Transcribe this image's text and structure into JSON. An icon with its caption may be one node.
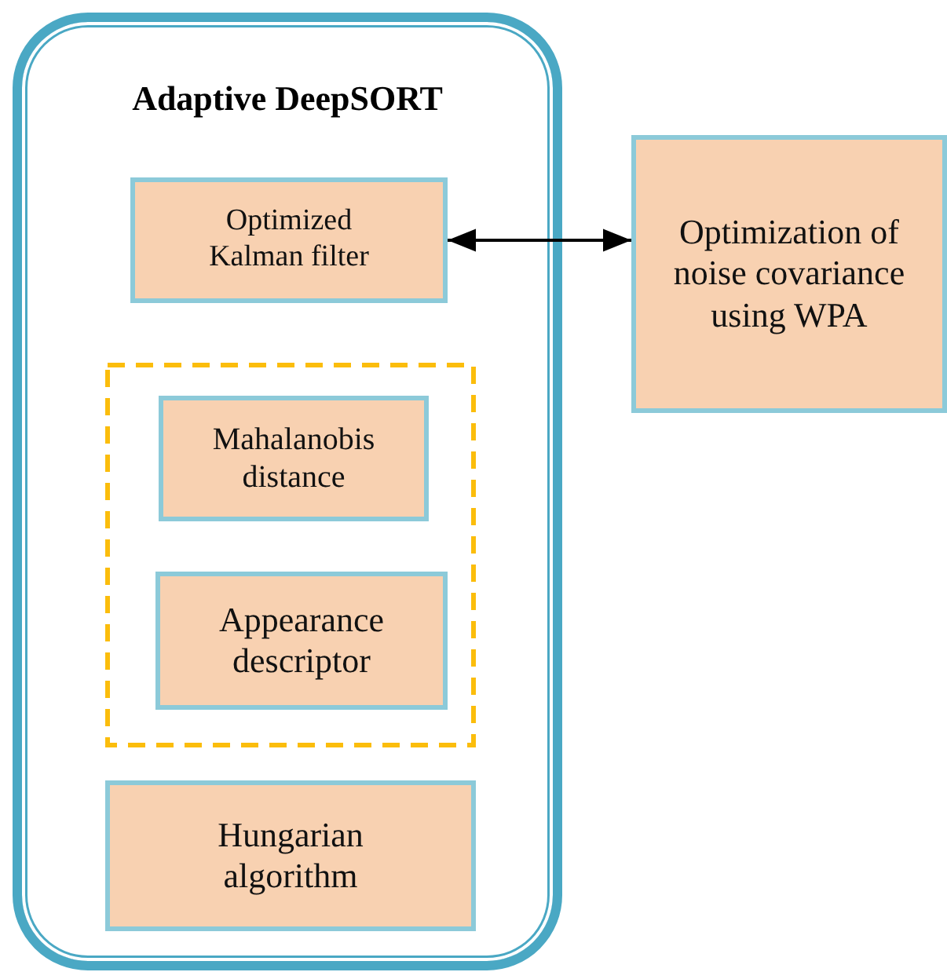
{
  "diagram": {
    "nodes": [
      {
        "text": [
          "Adaptive DeepSORT"
        ]
      },
      {
        "text": [
          "Optimized Kalman filter"
        ],
        "in": 0
      },
      {
        "text": [],
        "shape": "box",
        "in": 0
      },
      {
        "text": [
          "Mahalanobis distance"
        ],
        "in": 2
      },
      {
        "text": [
          "Appearance descriptor"
        ],
        "in": 2
      },
      {
        "text": [
          "Hungarian algorithm"
        ],
        "in": 0
      },
      {
        "text": [
          "Optimization of noise covariance using WPA"
        ]
      }
    ],
    "edges": [
      {
        "from": 1,
        "to": 6,
        "arrow": "both"
      }
    ]
  }
}
